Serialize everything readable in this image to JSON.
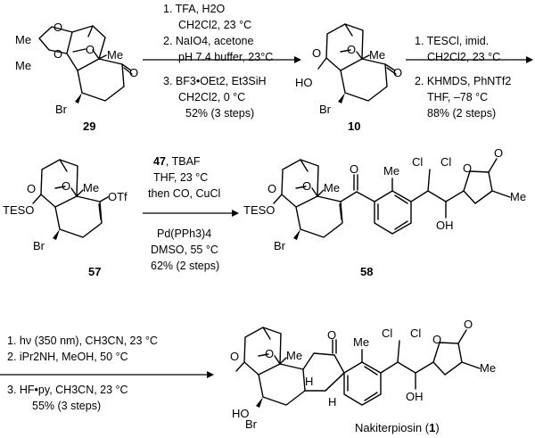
{
  "step1": {
    "compound_start": "29",
    "compound_end": "10",
    "conditions": [
      "1. TFA, H",
      "2. NaIO",
      "pH 7.4 buffer, 23 °C",
      "3. BF",
      "CH",
      "52% (3 steps)"
    ],
    "c1": "1. TFA, H2O",
    "c2": "CH2Cl2, 23 °C",
    "c3": "2. NaIO4, acetone",
    "c4": "pH 7.4 buffer, 23°C",
    "c5": "3. BF3•OEt2, Et3SiH",
    "c6": "CH2Cl2, 0 °C",
    "c7": "52% (3 steps)"
  },
  "step2": {
    "c1": "1. TESCl, imid.",
    "c2": "CH2Cl2, 23 °C",
    "c3": "2. KHMDS, PhNTf2",
    "c4": "THF, –78 °C",
    "c5": "88% (2 steps)"
  },
  "step3": {
    "compound_start": "57",
    "compound_end": "58",
    "c1_num": "47",
    "c1_rest": ", TBAF",
    "c2": "THF, 23 °C",
    "c3": "then CO, CuCl",
    "c4": "Pd(PPh3)4",
    "c5": "DMSO, 55 °C",
    "c6": "62% (2 steps)"
  },
  "step4": {
    "c1": "1. hν (350 nm), CH3CN, 23 °C",
    "c2": "2. iPr2NH, MeOH, 50 °C",
    "c3": "3. HF•py, CH3CN, 23 °C",
    "c4": "55% (3 steps)"
  },
  "product": {
    "name": "Nakiterpiosin",
    "number": "1"
  },
  "atom_labels": {
    "me": "Me",
    "o": "O",
    "br": "Br",
    "ho": "HO",
    "tes_o": "TESO",
    "otf": "OTf",
    "cl": "Cl",
    "oh": "OH",
    "h": "H"
  }
}
